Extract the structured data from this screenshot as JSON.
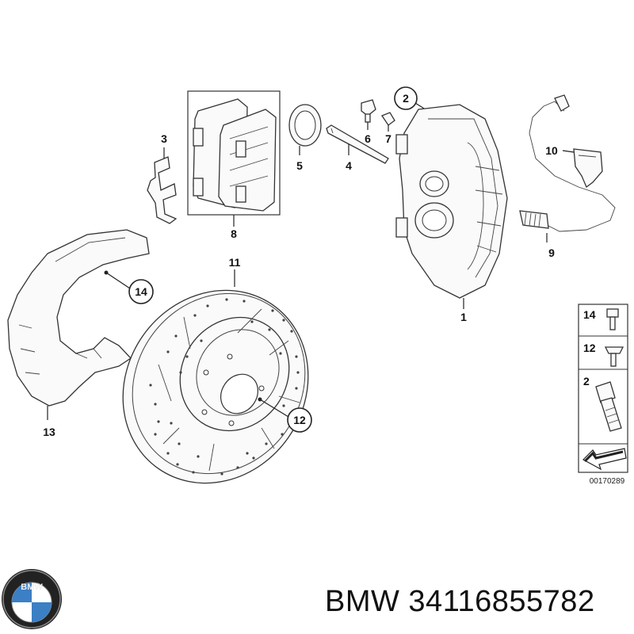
{
  "labels": {
    "p1": "1",
    "p2": "2",
    "p3": "3",
    "p4": "4",
    "p5": "5",
    "p6": "6",
    "p7": "7",
    "p8": "8",
    "p9": "9",
    "p10": "10",
    "p11": "11",
    "p12": "12",
    "p13": "13",
    "p14": "14"
  },
  "legend": {
    "l14": "14",
    "l12": "12",
    "l2": "2"
  },
  "diagram_code": "00170289",
  "logo_text": "BMW",
  "brand_line": "BMW 34116855782"
}
